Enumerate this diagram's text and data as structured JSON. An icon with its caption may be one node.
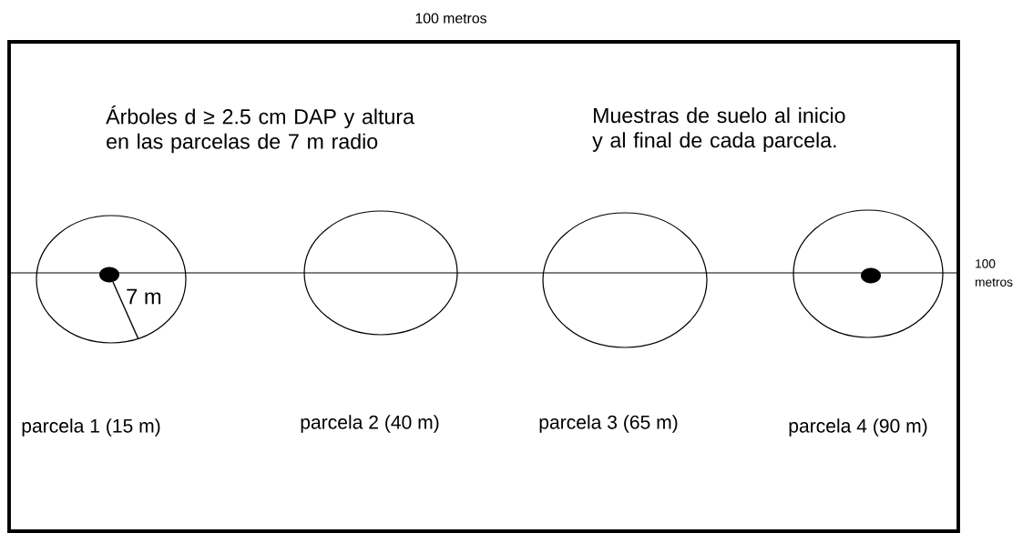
{
  "diagram": {
    "nodes": [
      {
        "text": [],
        "shape": "circle"
      },
      {
        "text": [],
        "shape": "circle"
      },
      {
        "text": [],
        "shape": "circle"
      },
      {
        "text": [],
        "shape": "circle"
      }
    ],
    "labels": [
      "100 metros",
      "Árboles d ≥ 2.5 cm DAP y altura en las parcelas de 7 m radio",
      "Muestras de suelo al inicio y al final de cada parcela.",
      "100 metros",
      "7 m",
      "parcela 1 (15 m)",
      "parcela 2 (40 m)",
      "parcela 3 (65 m)",
      "parcela 4 (90 m)"
    ]
  }
}
